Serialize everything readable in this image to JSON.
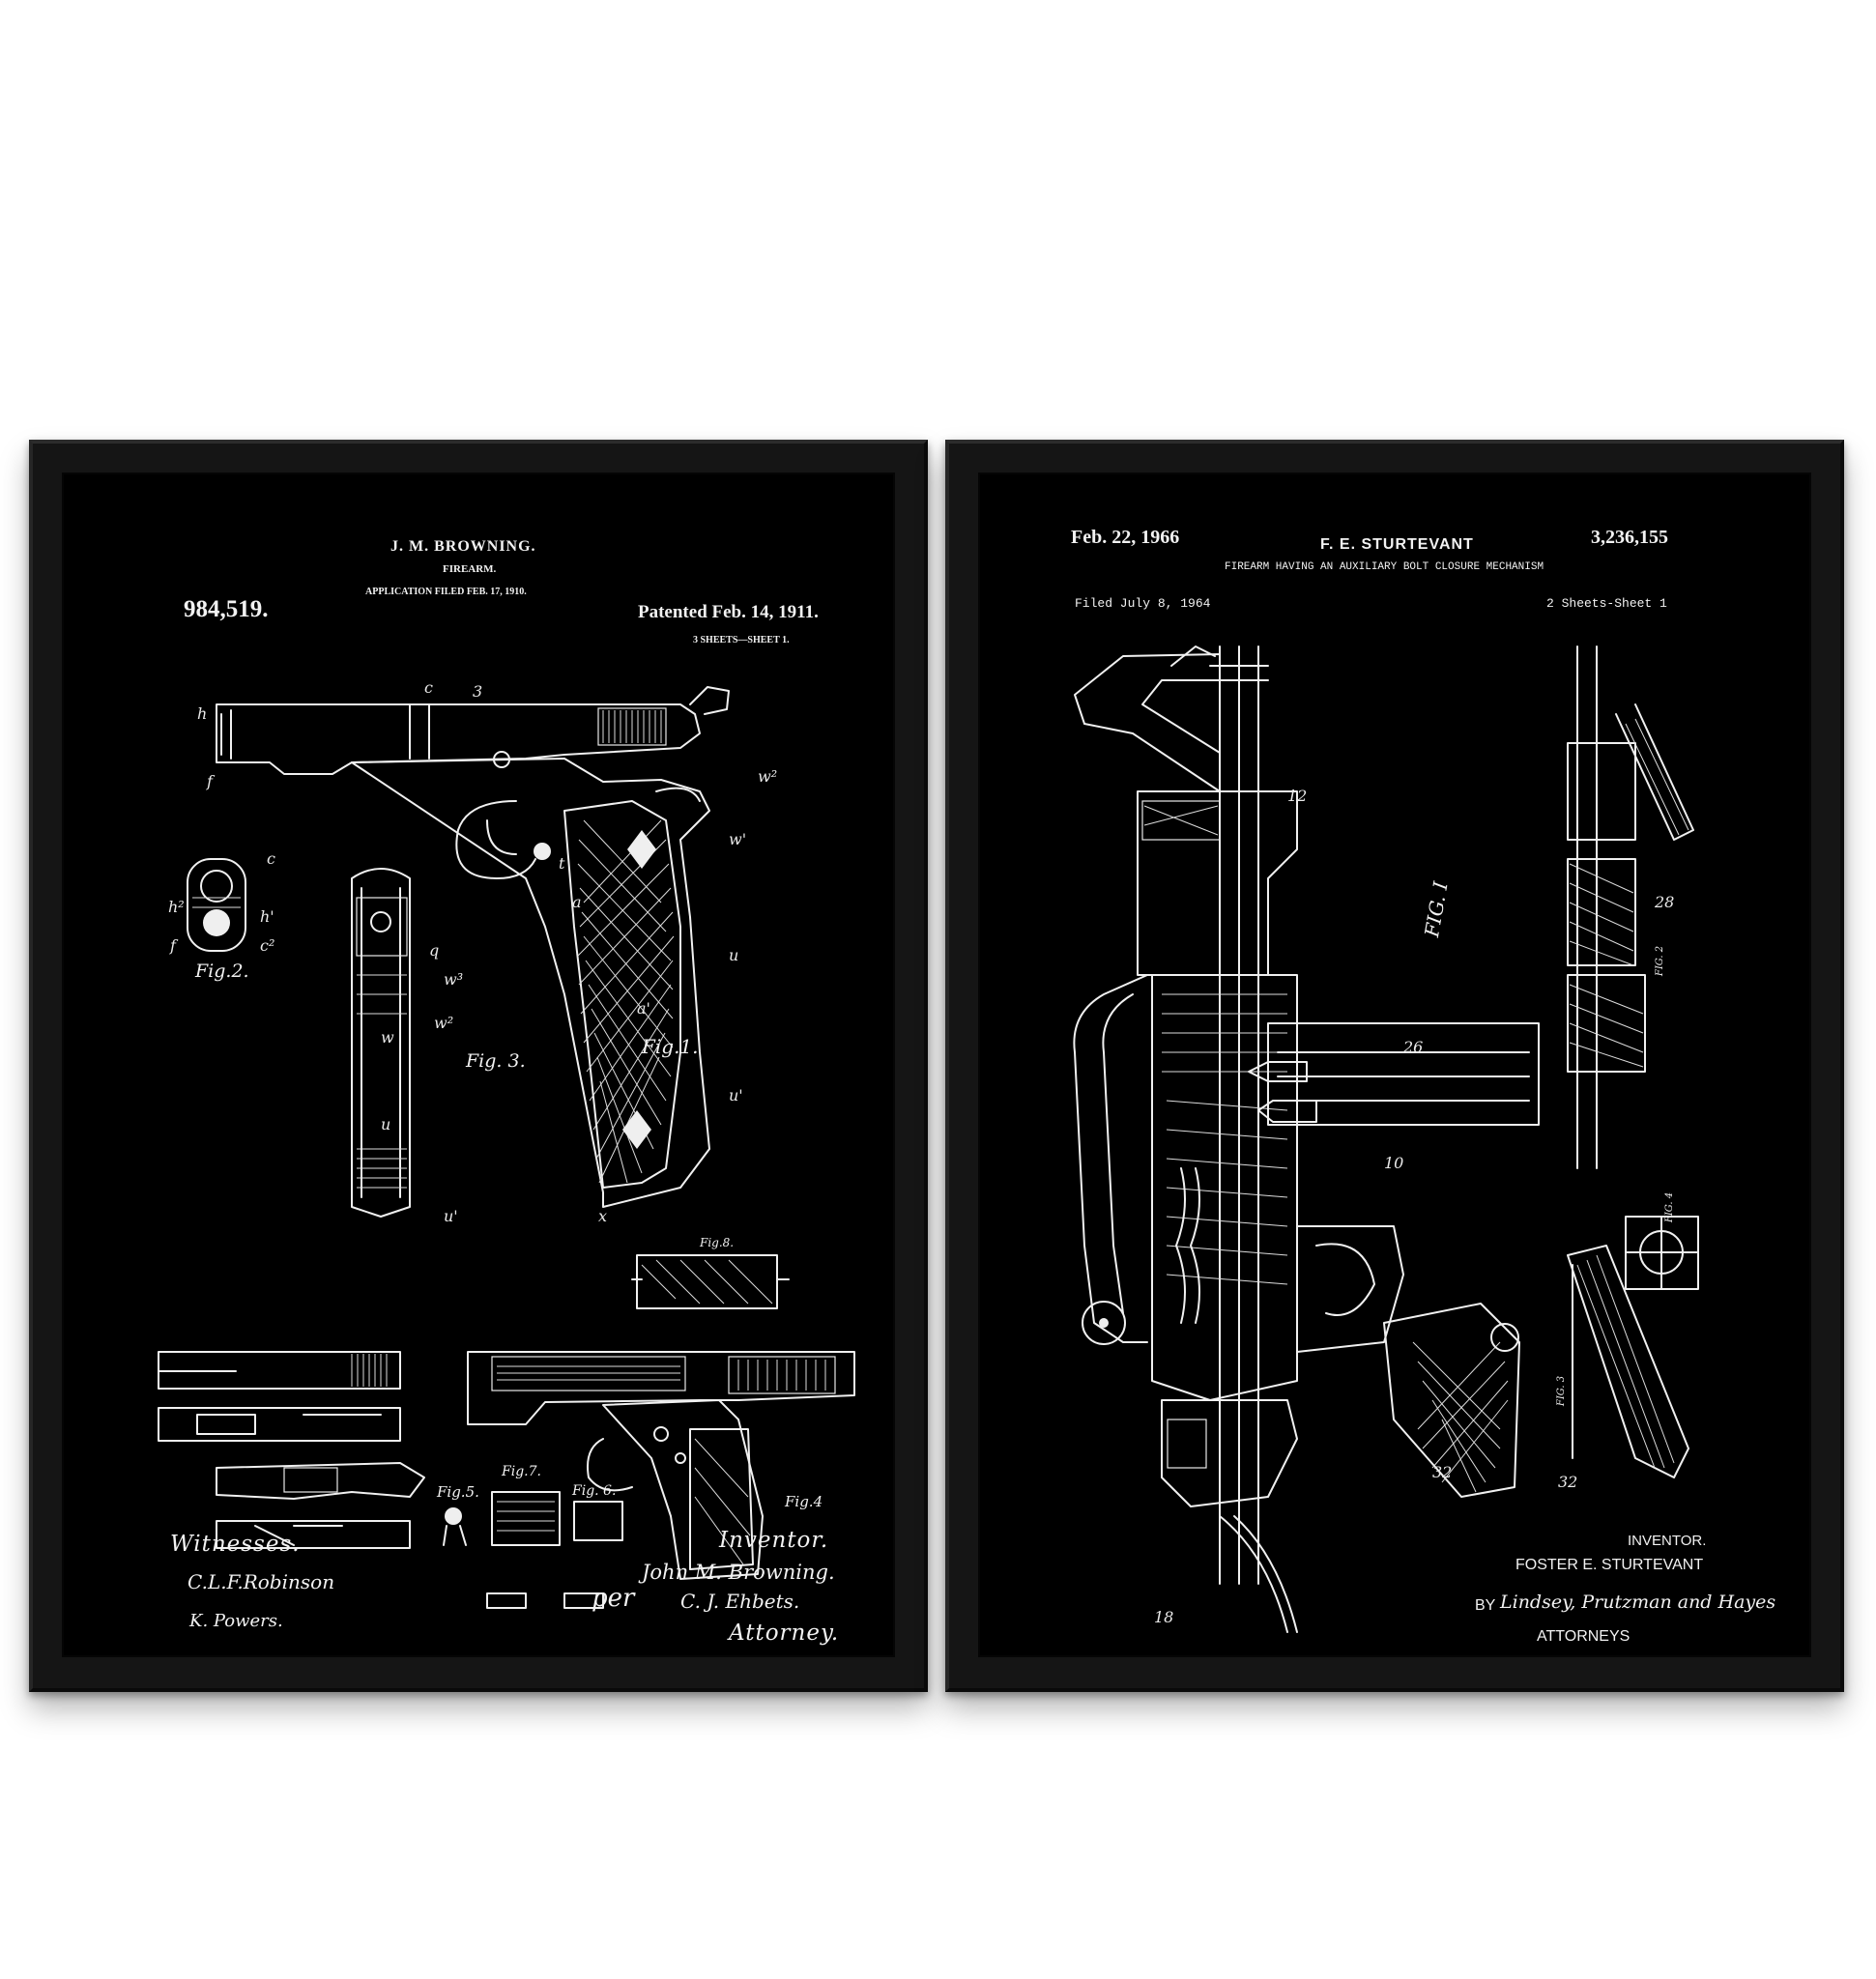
{
  "left_poster": {
    "header": {
      "inventor": "J. M. BROWNING.",
      "title": "FIREARM.",
      "application": "APPLICATION FILED FEB. 17, 1910.",
      "patent_number": "984,519.",
      "patented": "Patented Feb. 14, 1911.",
      "sheets": "3 SHEETS—SHEET 1."
    },
    "figure_labels": {
      "fig1": "Fig.1.",
      "fig2": "Fig.2.",
      "fig3": "Fig. 3.",
      "fig4": "Fig.4",
      "fig5": "Fig.5.",
      "fig6": "Fig. 6.",
      "fig7": "Fig.7.",
      "fig8": "Fig.8."
    },
    "footer": {
      "witnesses_label": "Witnesses.",
      "witness_1": "C.L.F.Robinson",
      "witness_2": "K. Powers.",
      "inventor_label": "Inventor.",
      "inventor_signature": "John M. Browning.",
      "per": "per",
      "attorney_signature": "C. J. Ehbets.",
      "attorney_label": "Attorney."
    }
  },
  "right_poster": {
    "header": {
      "date": "Feb. 22, 1966",
      "inventor": "F. E. STURTEVANT",
      "patent_number": "3,236,155",
      "title": "FIREARM HAVING AN AUXILIARY BOLT CLOSURE MECHANISM",
      "filed": "Filed July 8, 1964",
      "sheets": "2 Sheets-Sheet 1"
    },
    "figure_labels": {
      "fig1": "FIG. I",
      "fig2": "FIG. 2",
      "fig3": "FIG. 3",
      "fig4": "FIG. 4"
    },
    "footer": {
      "inventor_label": "INVENTOR.",
      "inventor_name": "FOSTER E. STURTEVANT",
      "by": "BY",
      "attorneys_signature": "Lindsey, Prutzman and Hayes",
      "attorneys_label": "ATTORNEYS"
    }
  },
  "colors": {
    "background": "#ffffff",
    "frame": "#151515",
    "poster": "#000000",
    "ink": "#f0f0f0"
  }
}
